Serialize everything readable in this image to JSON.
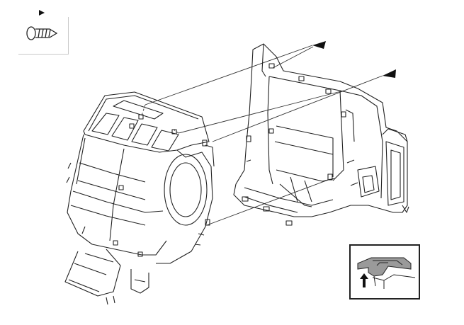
{
  "diagram": {
    "legend": {
      "symbol": "triangle-marker",
      "meaning_icon": "screw-icon"
    },
    "markers": [
      {
        "name": "screw-marker-upper"
      },
      {
        "name": "screw-marker-lower"
      }
    ],
    "inset": {
      "icon": "clip-release-icon",
      "arrow": "up-arrow-icon"
    },
    "colors": {
      "line": "#222222",
      "inset_fill": "#9a9a9a",
      "leader": "#333333"
    }
  }
}
